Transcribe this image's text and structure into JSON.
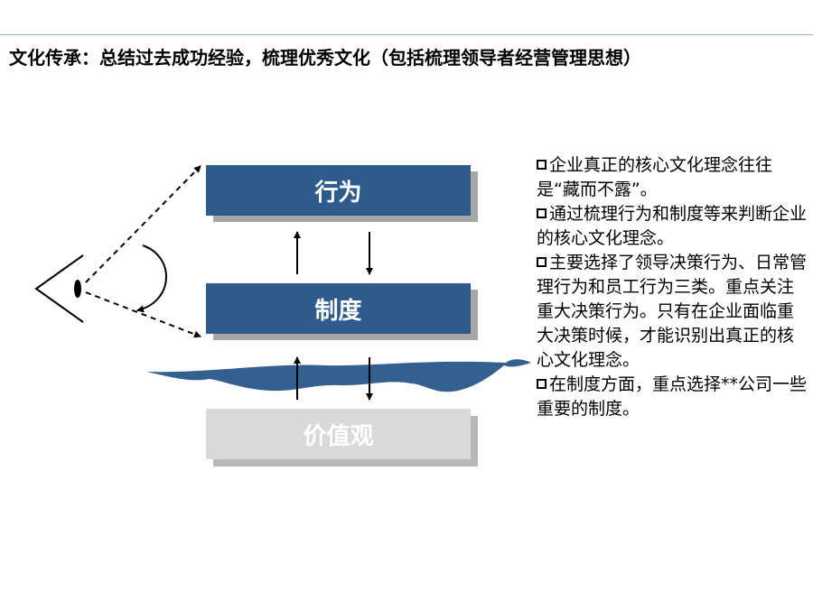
{
  "title": "文化传承：总结过去成功经验，梳理优秀文化（包括梳理领导者经营管理思想）",
  "boxes": {
    "behavior": "行为",
    "system": "制度",
    "values": "价值观"
  },
  "notes": [
    "企业真正的核心文化理念往往是“藏而不露”。",
    "通过梳理行为和制度等来判断企业的核心文化理念。",
    "主要选择了领导决策行为、日常管理行为和员工行为三类。重点关注重大决策行为。只有在企业面临重大决策时候，才能识别出真正的核心文化理念。",
    "在制度方面，重点选择**公司一些重要的制度。"
  ],
  "colors": {
    "box_blue": "#2f5a8c",
    "box_gray": "#d9d9d9",
    "shadow": "#a6a6a6",
    "water": "#33608f"
  },
  "icons": {
    "eye": "eye-icon",
    "bullet": "hollow-square-icon"
  }
}
